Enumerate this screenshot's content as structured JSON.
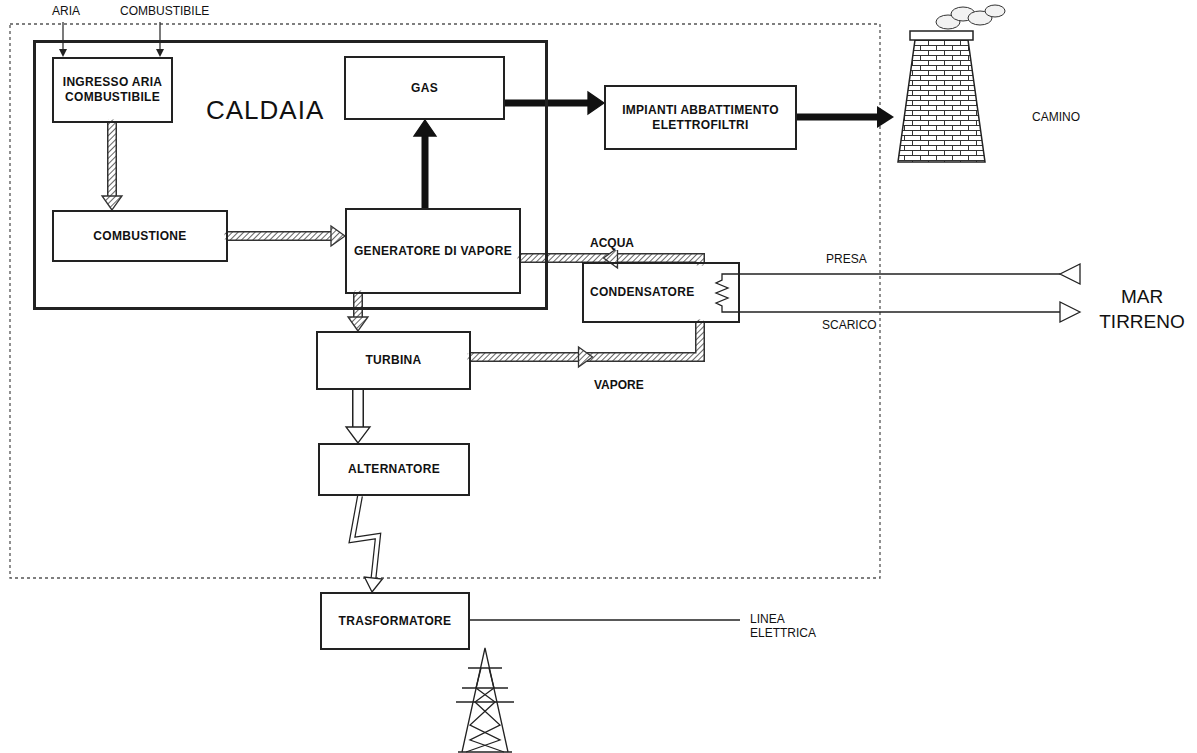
{
  "diagram": {
    "nodes": [
      {
        "text": [
          "CALDAIA"
        ]
      },
      {
        "text": [
          "INGRESSO ARIA COMBUSTIBILE"
        ],
        "in": 0
      },
      {
        "text": [
          "GAS"
        ],
        "in": 0
      },
      {
        "text": [
          "COMBUSTIONE"
        ],
        "in": 0
      },
      {
        "text": [
          "GENERATORE DI VAPORE"
        ],
        "in": 0
      },
      {
        "text": [
          "IMPIANTI ABBATTIMENTO ELETTROFILTRI"
        ]
      },
      {
        "text": [
          "CONDENSATORE"
        ]
      },
      {
        "text": [
          "TURBINA"
        ]
      },
      {
        "text": [
          "ALTERNATORE"
        ]
      },
      {
        "text": [
          "TRASFORMATORE"
        ]
      }
    ],
    "edges": [
      {
        "from": 1,
        "to": 3,
        "arrow": "to"
      },
      {
        "from": 3,
        "to": 4,
        "arrow": "to"
      },
      {
        "from": 4,
        "to": 2,
        "arrow": "to"
      },
      {
        "from": 2,
        "to": 5,
        "arrow": "to"
      },
      {
        "from": 4,
        "to": 7,
        "arrow": "to"
      },
      {
        "from": 7,
        "to": 6,
        "label": "VAPORE",
        "arrow": "to"
      },
      {
        "from": 6,
        "to": 4,
        "label": "ACQUA",
        "arrow": "to"
      },
      {
        "from": 7,
        "to": 8,
        "arrow": "to"
      },
      {
        "from": 8,
        "to": 9,
        "arrow": "to"
      }
    ],
    "labels": [
      "ARIA",
      "COMBUSTIBILE",
      "CAMINO",
      "PRESA",
      "SCARICO",
      "MAR TIRRENO",
      "LINEA ELETTRICA"
    ]
  }
}
